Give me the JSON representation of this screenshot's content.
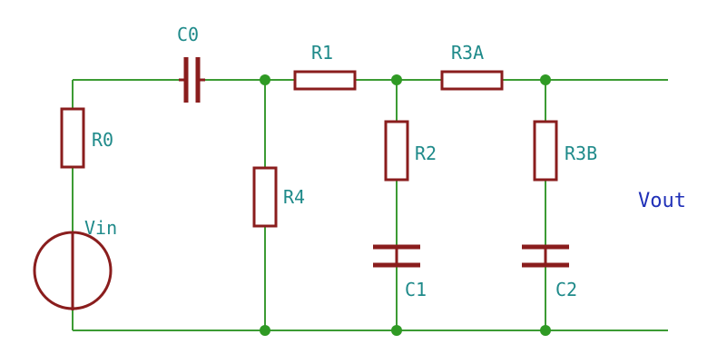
{
  "components": {
    "c0": {
      "label": "C0"
    },
    "r1": {
      "label": "R1"
    },
    "r3a": {
      "label": "R3A"
    },
    "r0": {
      "label": "R0"
    },
    "r2": {
      "label": "R2"
    },
    "r3b": {
      "label": "R3B"
    },
    "r4": {
      "label": "R4"
    },
    "vin": {
      "label": "Vin"
    },
    "c1": {
      "label": "C1"
    },
    "c2": {
      "label": "C2"
    }
  },
  "output": {
    "label": "Vout"
  },
  "colors": {
    "wire": "#3c9b34",
    "component": "#8a1d1d",
    "reference_text": "#1f8a8a",
    "net_text": "#2030b8",
    "junction": "#2f9a24"
  }
}
